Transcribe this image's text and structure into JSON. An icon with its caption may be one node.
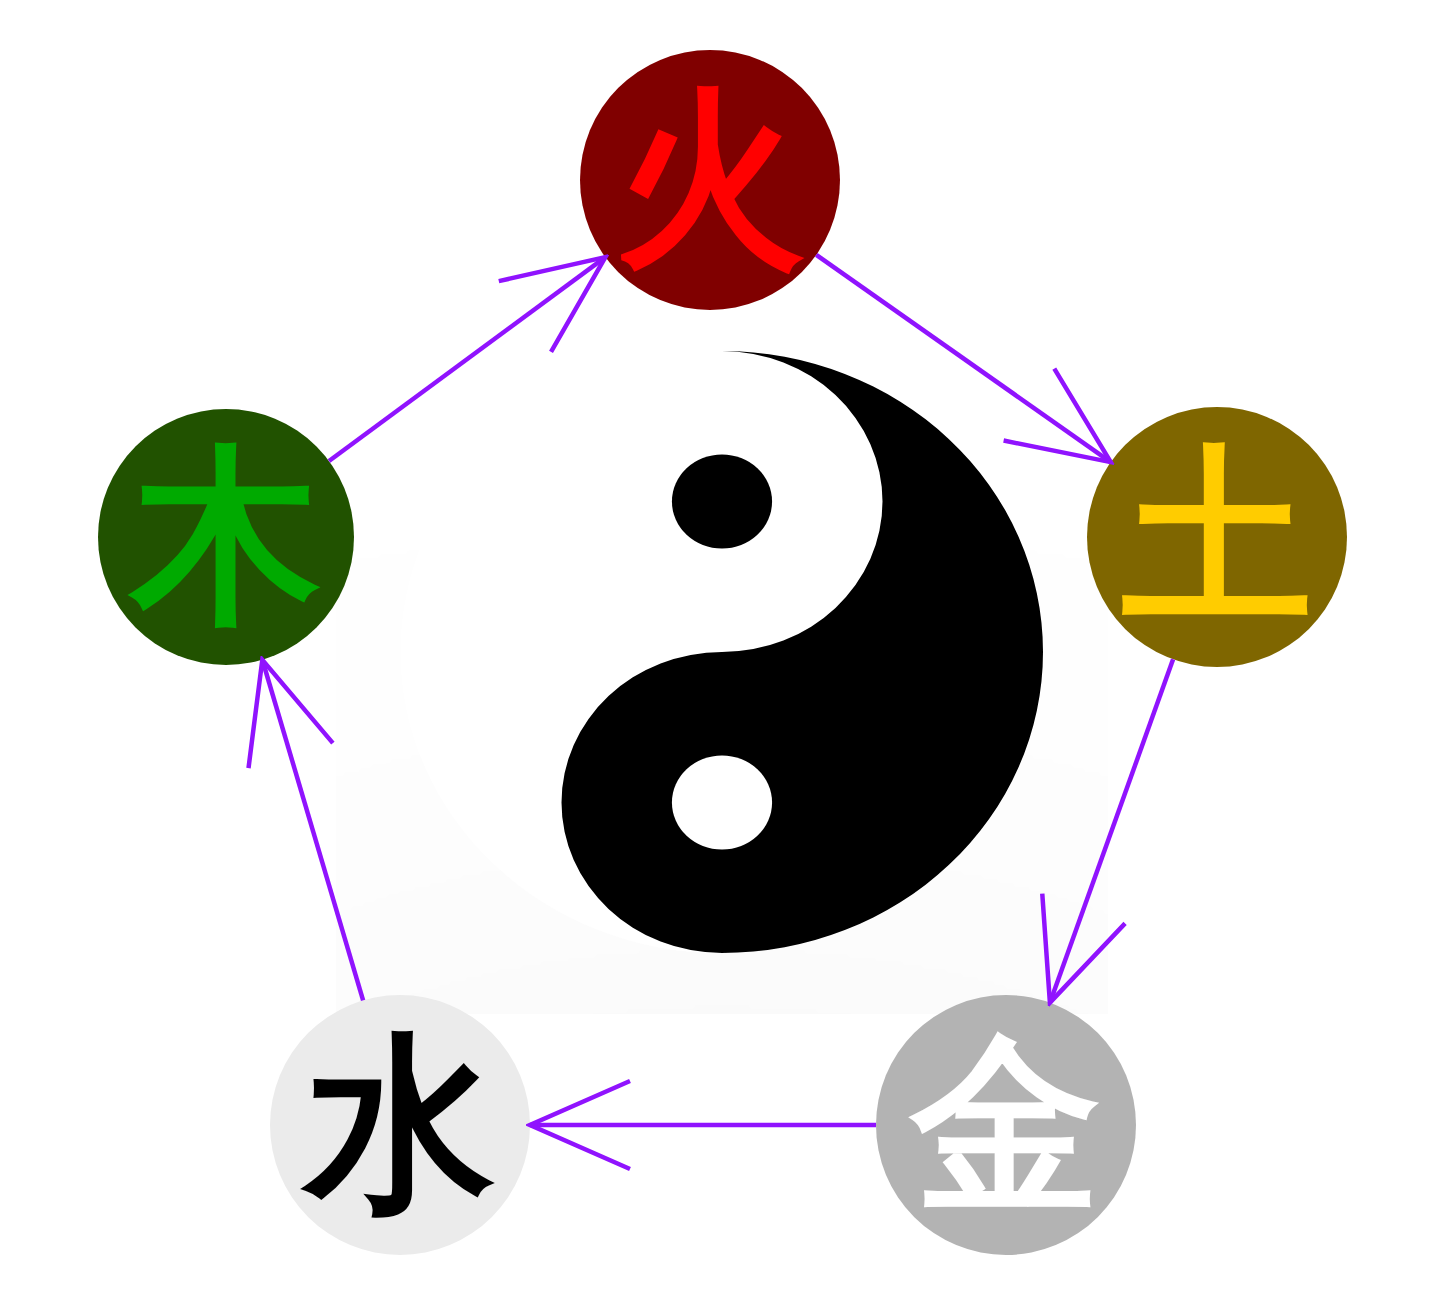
{
  "diagram": {
    "nodes": [
      {
        "text": [
          "火"
        ]
      },
      {
        "text": [
          "土"
        ]
      },
      {
        "text": [
          "金"
        ]
      },
      {
        "text": [
          "水"
        ]
      },
      {
        "text": [
          "木"
        ]
      }
    ],
    "edges": [
      {
        "from": 4,
        "to": 0,
        "arrow": "to"
      },
      {
        "from": 0,
        "to": 1,
        "arrow": "to"
      },
      {
        "from": 1,
        "to": 2,
        "arrow": "to"
      },
      {
        "from": 2,
        "to": 3,
        "arrow": "to"
      },
      {
        "from": 3,
        "to": 4,
        "arrow": "to"
      }
    ]
  }
}
